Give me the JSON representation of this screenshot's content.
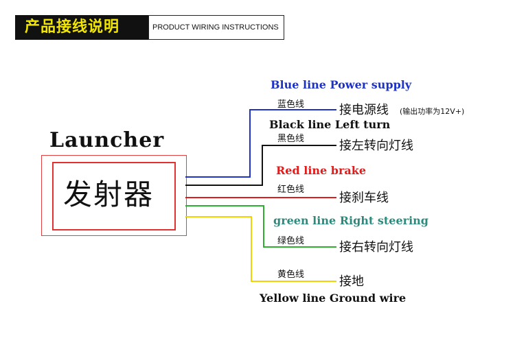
{
  "header": {
    "title_cn": "产品接线说明",
    "title_en": "PRODUCT WIRING INSTRUCTIONS"
  },
  "device": {
    "name_en": "Launcher",
    "name_cn": "发射器"
  },
  "wires": [
    {
      "color": "#1c32c8",
      "label_cn": "蓝色线",
      "connect_cn": "接电源线",
      "note": "(输出功率为12V+)",
      "en": "Blue line   Power supply"
    },
    {
      "color": "#111111",
      "label_cn": "黑色线",
      "connect_cn": "接左转向灯线",
      "en": "Black line  Left turn"
    },
    {
      "color": "#e21b1b",
      "label_cn": "红色线",
      "connect_cn": "接刹车线",
      "en": "Red line    brake"
    },
    {
      "color": "#2fae2f",
      "label_cn": "绿色线",
      "connect_cn": "接右转向灯线",
      "en": "green line Right steering"
    },
    {
      "color": "#f2d400",
      "label_cn": "黄色线",
      "connect_cn": "接地",
      "en": "Yellow line  Ground wire"
    }
  ]
}
